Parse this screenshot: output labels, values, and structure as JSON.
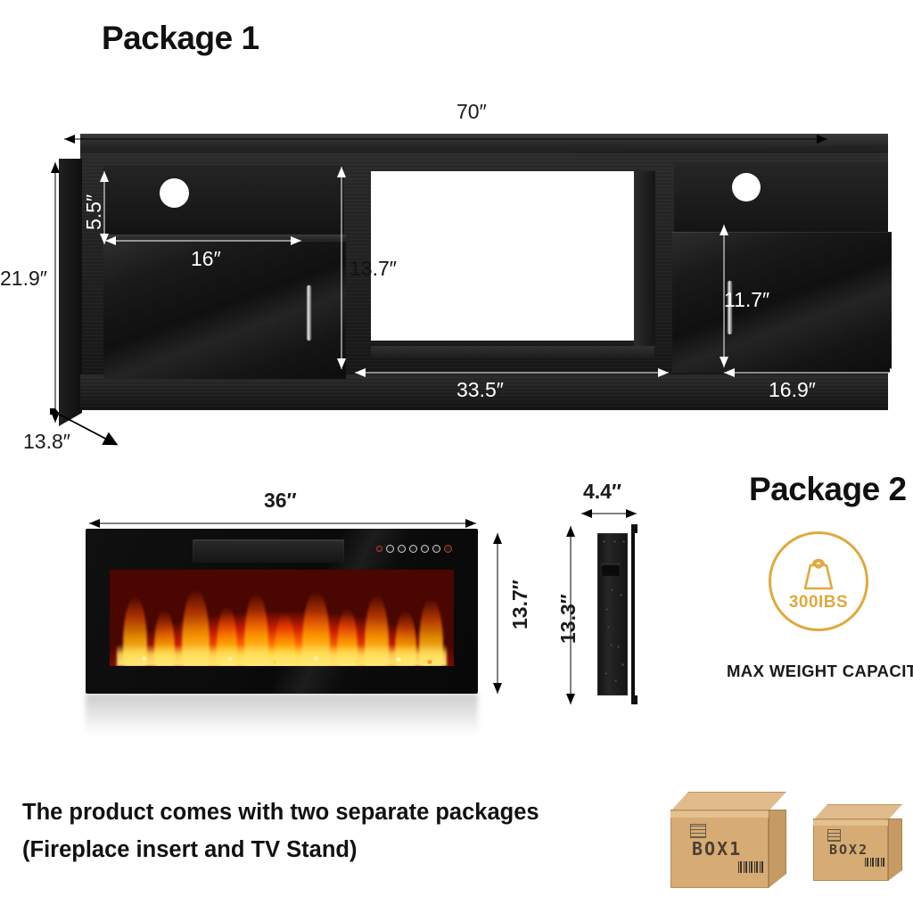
{
  "headings": {
    "package1": "Package 1",
    "package2": "Package 2"
  },
  "tv_stand": {
    "name": "TV Stand",
    "dimensions": {
      "width": "70″",
      "height": "21.9″",
      "depth": "13.8″",
      "left_cubby_height": "5.5″",
      "left_door_width": "16″",
      "center_opening_height": "13.7″",
      "center_opening_width": "33.5″",
      "right_door_height": "11.7″",
      "right_door_width": "16.9″"
    }
  },
  "fireplace": {
    "name": "Fireplace insert",
    "dimensions": {
      "width": "36″",
      "height_front": "13.7″",
      "depth": "4.4″",
      "height_side": "13.3″"
    },
    "control_buttons": [
      "speaker-icon",
      "flame-icon",
      "power-icon",
      "timer-icon",
      "settings-icon",
      "thermostat-icon",
      "standby-icon"
    ]
  },
  "weight_badge": {
    "value": "300IBS",
    "caption": "MAX WEIGHT CAPACITY",
    "color": "#e0a93d",
    "icon": "weight-icon"
  },
  "footer": {
    "line1": "The product comes with two separate packages",
    "line2": "(Fireplace insert and TV Stand)"
  },
  "boxes": [
    {
      "label": "BOX1",
      "size": "large"
    },
    {
      "label": "BOX2",
      "size": "small"
    }
  ]
}
